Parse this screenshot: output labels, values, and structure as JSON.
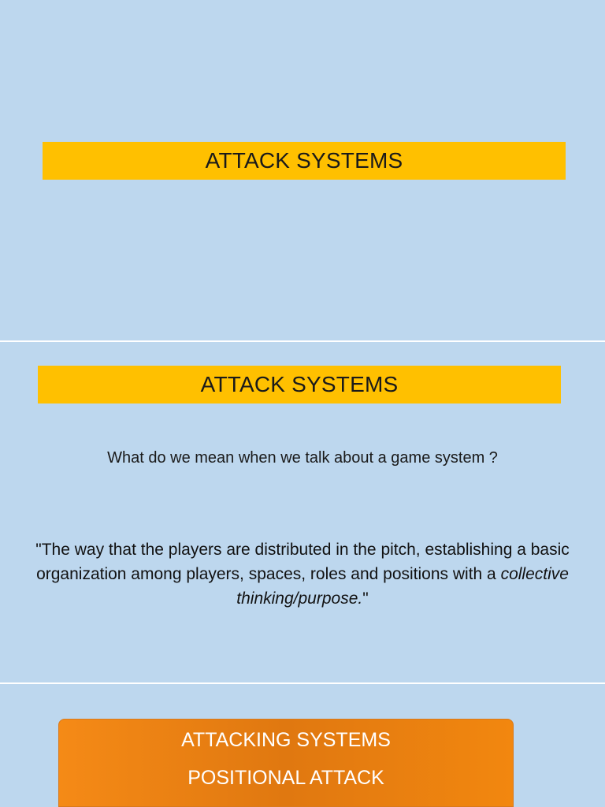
{
  "slides": [
    {
      "title": "ATTACK SYSTEMS"
    },
    {
      "title": "ATTACK SYSTEMS",
      "question": "What do we mean when we talk about a game system ?",
      "quote_prefix": "\"The way that the players are distributed in the pitch, establishing a basic organization among players, spaces, roles and positions with a ",
      "quote_italic": "collective thinking/purpose.",
      "quote_suffix": "\""
    },
    {
      "line1": "ATTACKING SYSTEMS",
      "line2": "POSITIONAL ATTACK"
    }
  ],
  "colors": {
    "slide_background": "#bdd7ee",
    "title_bar": "#ffc000",
    "orange_box": "#e07810"
  }
}
